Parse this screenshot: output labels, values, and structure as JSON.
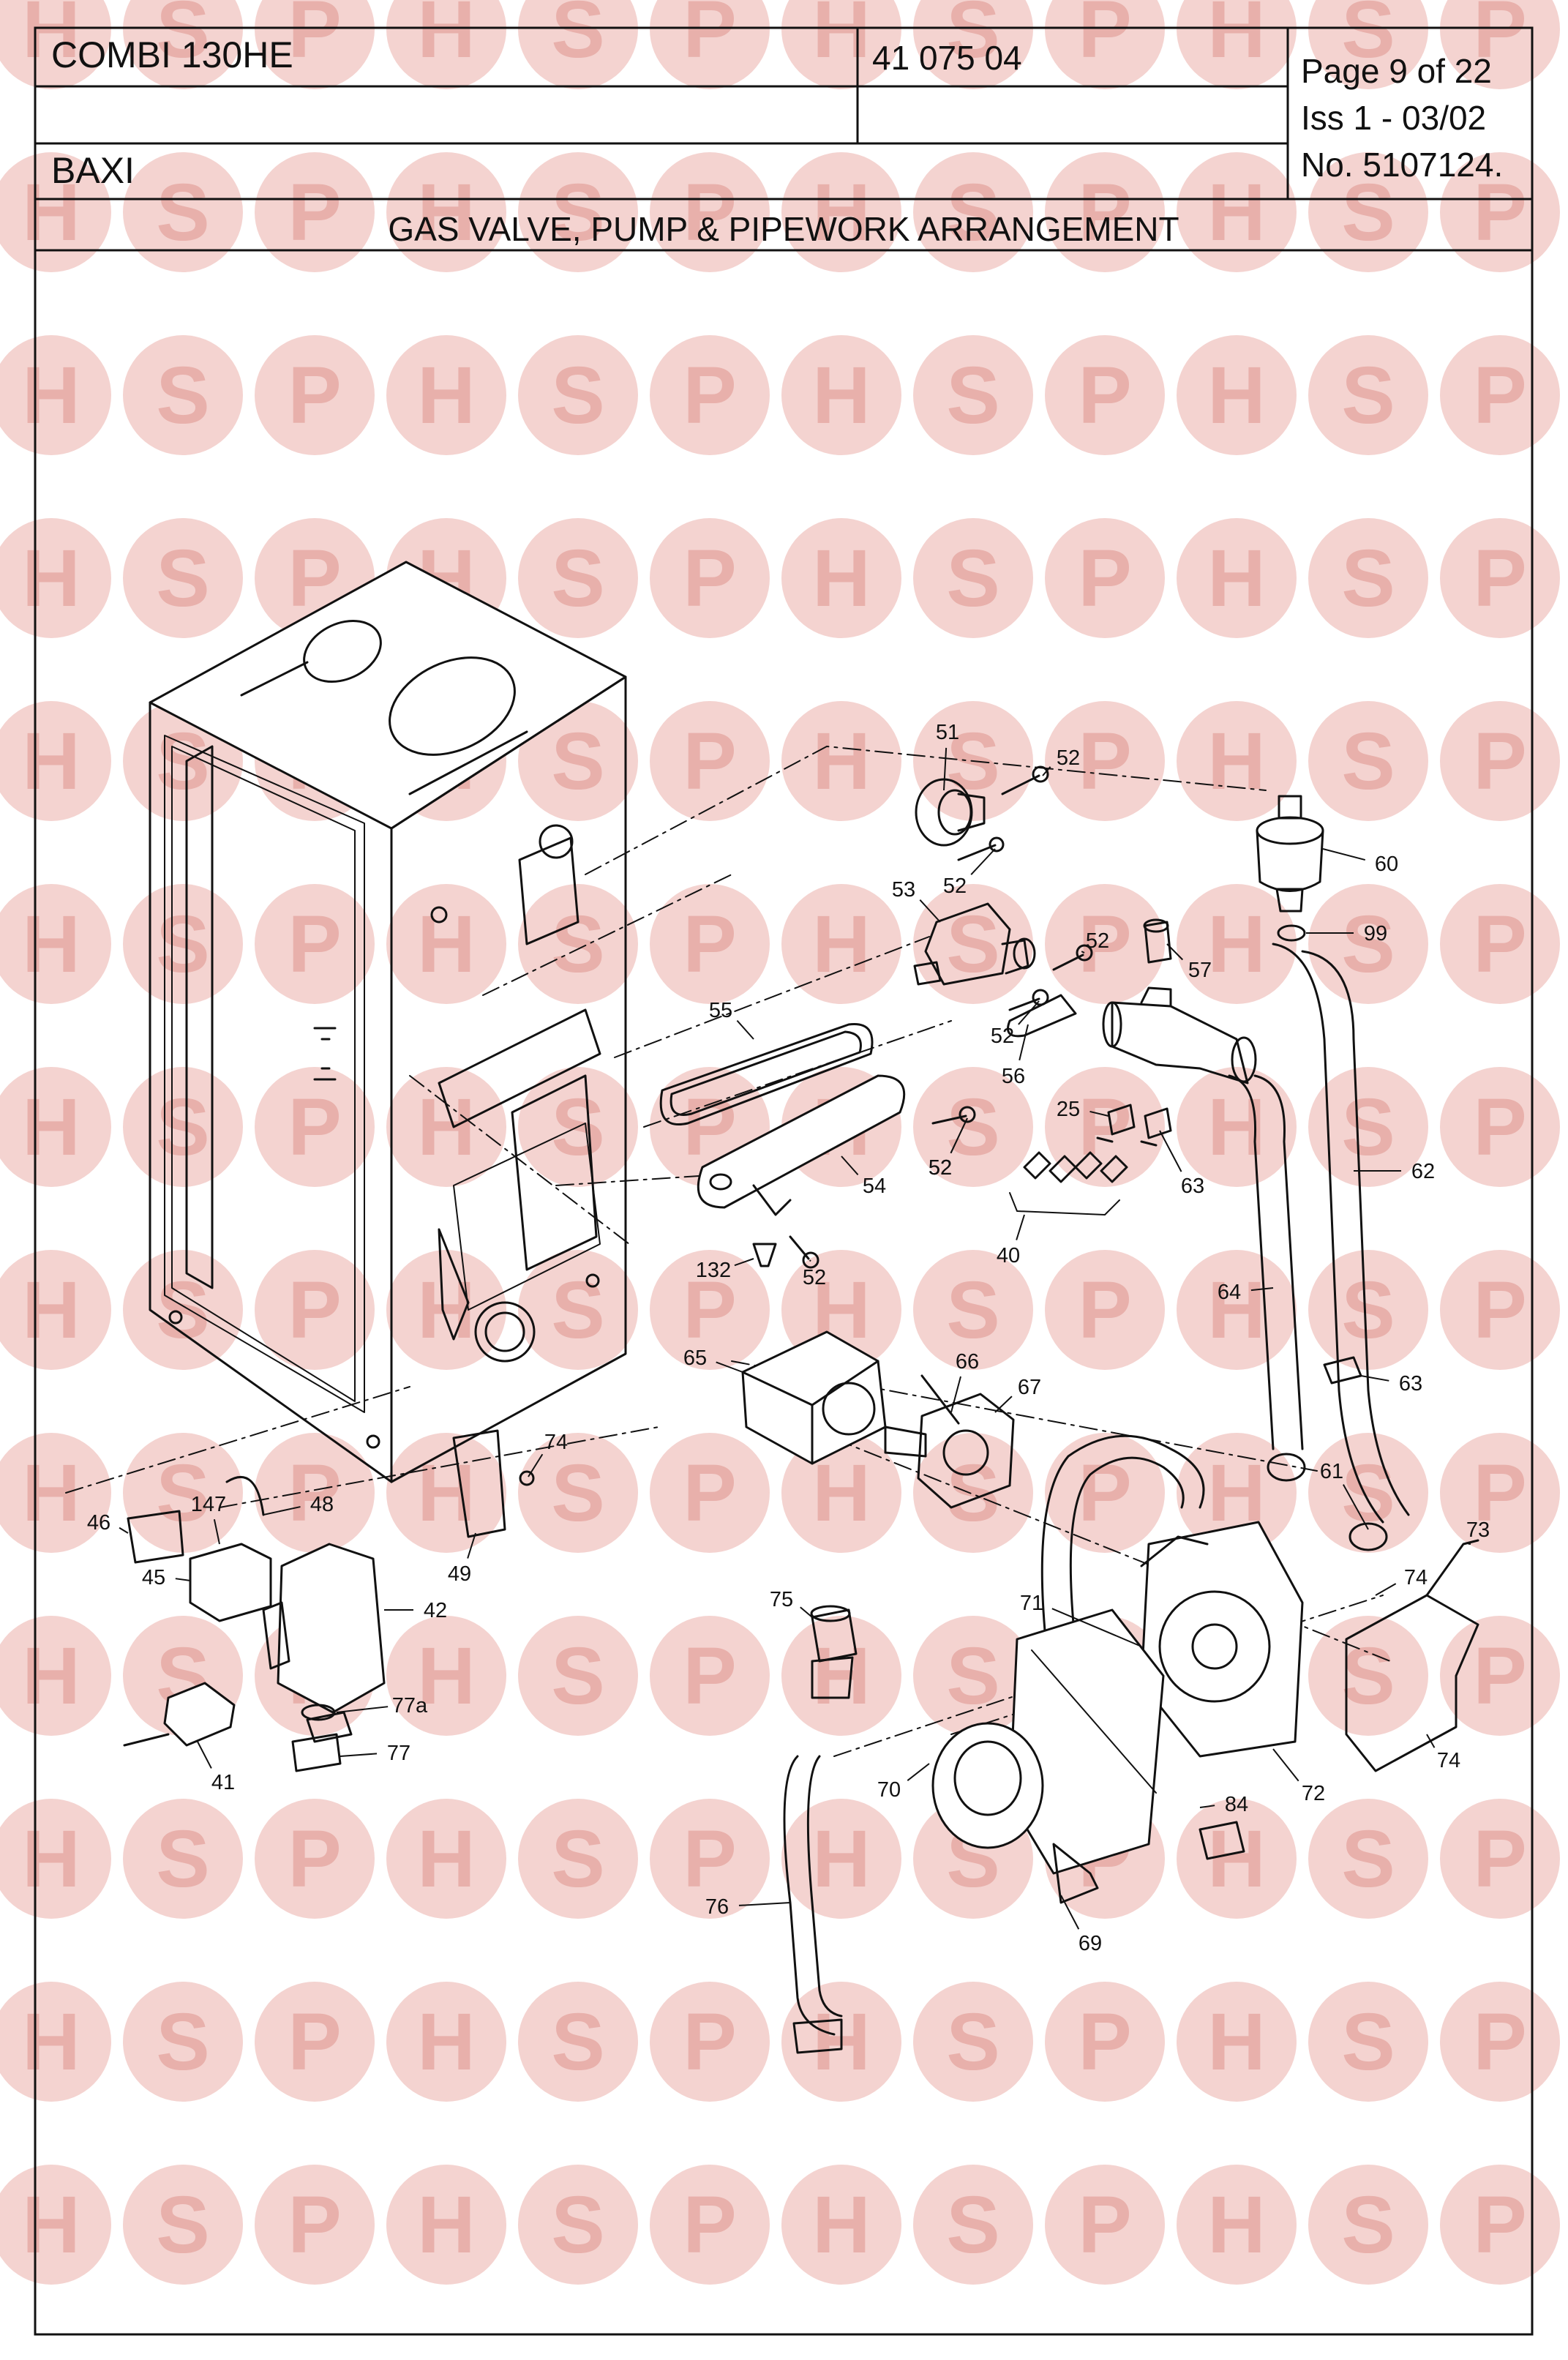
{
  "header": {
    "model": "COMBI 130HE",
    "code": "41 075 04",
    "page": "Page 9 of 22",
    "issue": "Iss 1 - 03/02",
    "number": "No. 5107124.",
    "brand": "BAXI",
    "title": "GAS VALVE, PUMP & PIPEWORK ARRANGEMENT"
  },
  "watermark": {
    "letters": [
      "H",
      "S",
      "P"
    ],
    "color": "#f4d3d0",
    "letter_color": "#e8b0ab"
  },
  "callouts": [
    "51",
    "52",
    "52",
    "60",
    "53",
    "52",
    "57",
    "99",
    "52",
    "52",
    "55",
    "56",
    "25",
    "54",
    "52",
    "63",
    "62",
    "132",
    "52",
    "40",
    "64",
    "65",
    "66",
    "67",
    "63",
    "74",
    "61",
    "147",
    "48",
    "73",
    "46",
    "74",
    "42",
    "49",
    "45",
    "71",
    "75",
    "77a",
    "74",
    "41",
    "77",
    "70",
    "84",
    "72",
    "76",
    "69"
  ]
}
